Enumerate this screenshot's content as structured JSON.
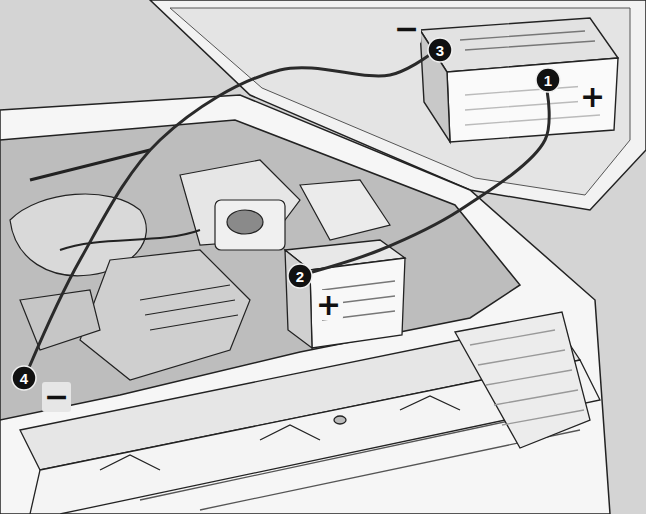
{
  "diagram": {
    "nodes": [
      {
        "text": [
          "1"
        ]
      },
      {
        "text": [
          "2"
        ]
      },
      {
        "text": [
          "3"
        ]
      },
      {
        "text": [
          "4"
        ]
      }
    ],
    "edges": [
      {
        "from": 0,
        "to": 1,
        "arrow": "none"
      },
      {
        "from": 2,
        "to": 3,
        "arrow": "none"
      }
    ],
    "labels": [
      "+",
      "+",
      "−",
      "−"
    ]
  }
}
